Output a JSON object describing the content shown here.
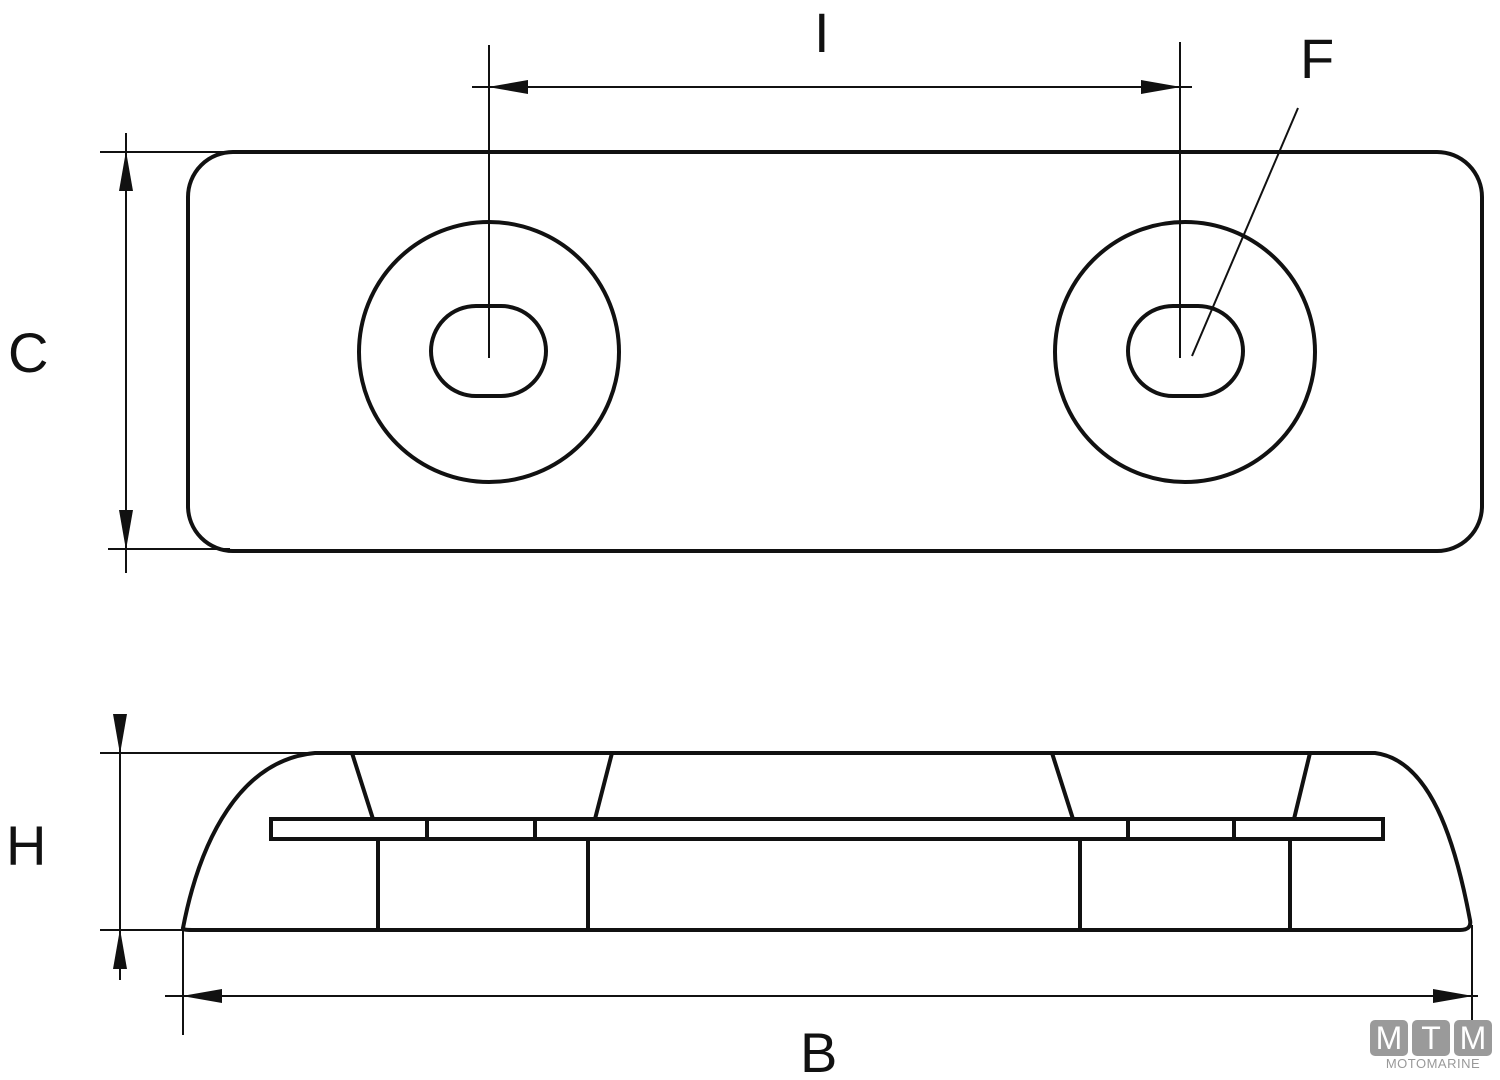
{
  "labels": {
    "I": "I",
    "F": "F",
    "C": "C",
    "H": "H",
    "B": "B"
  },
  "logo": {
    "letters": [
      "M",
      "T",
      "M"
    ],
    "text": "MOTOMARINE"
  },
  "colors": {
    "line": "#111111",
    "logo": "#9a9a9a"
  }
}
